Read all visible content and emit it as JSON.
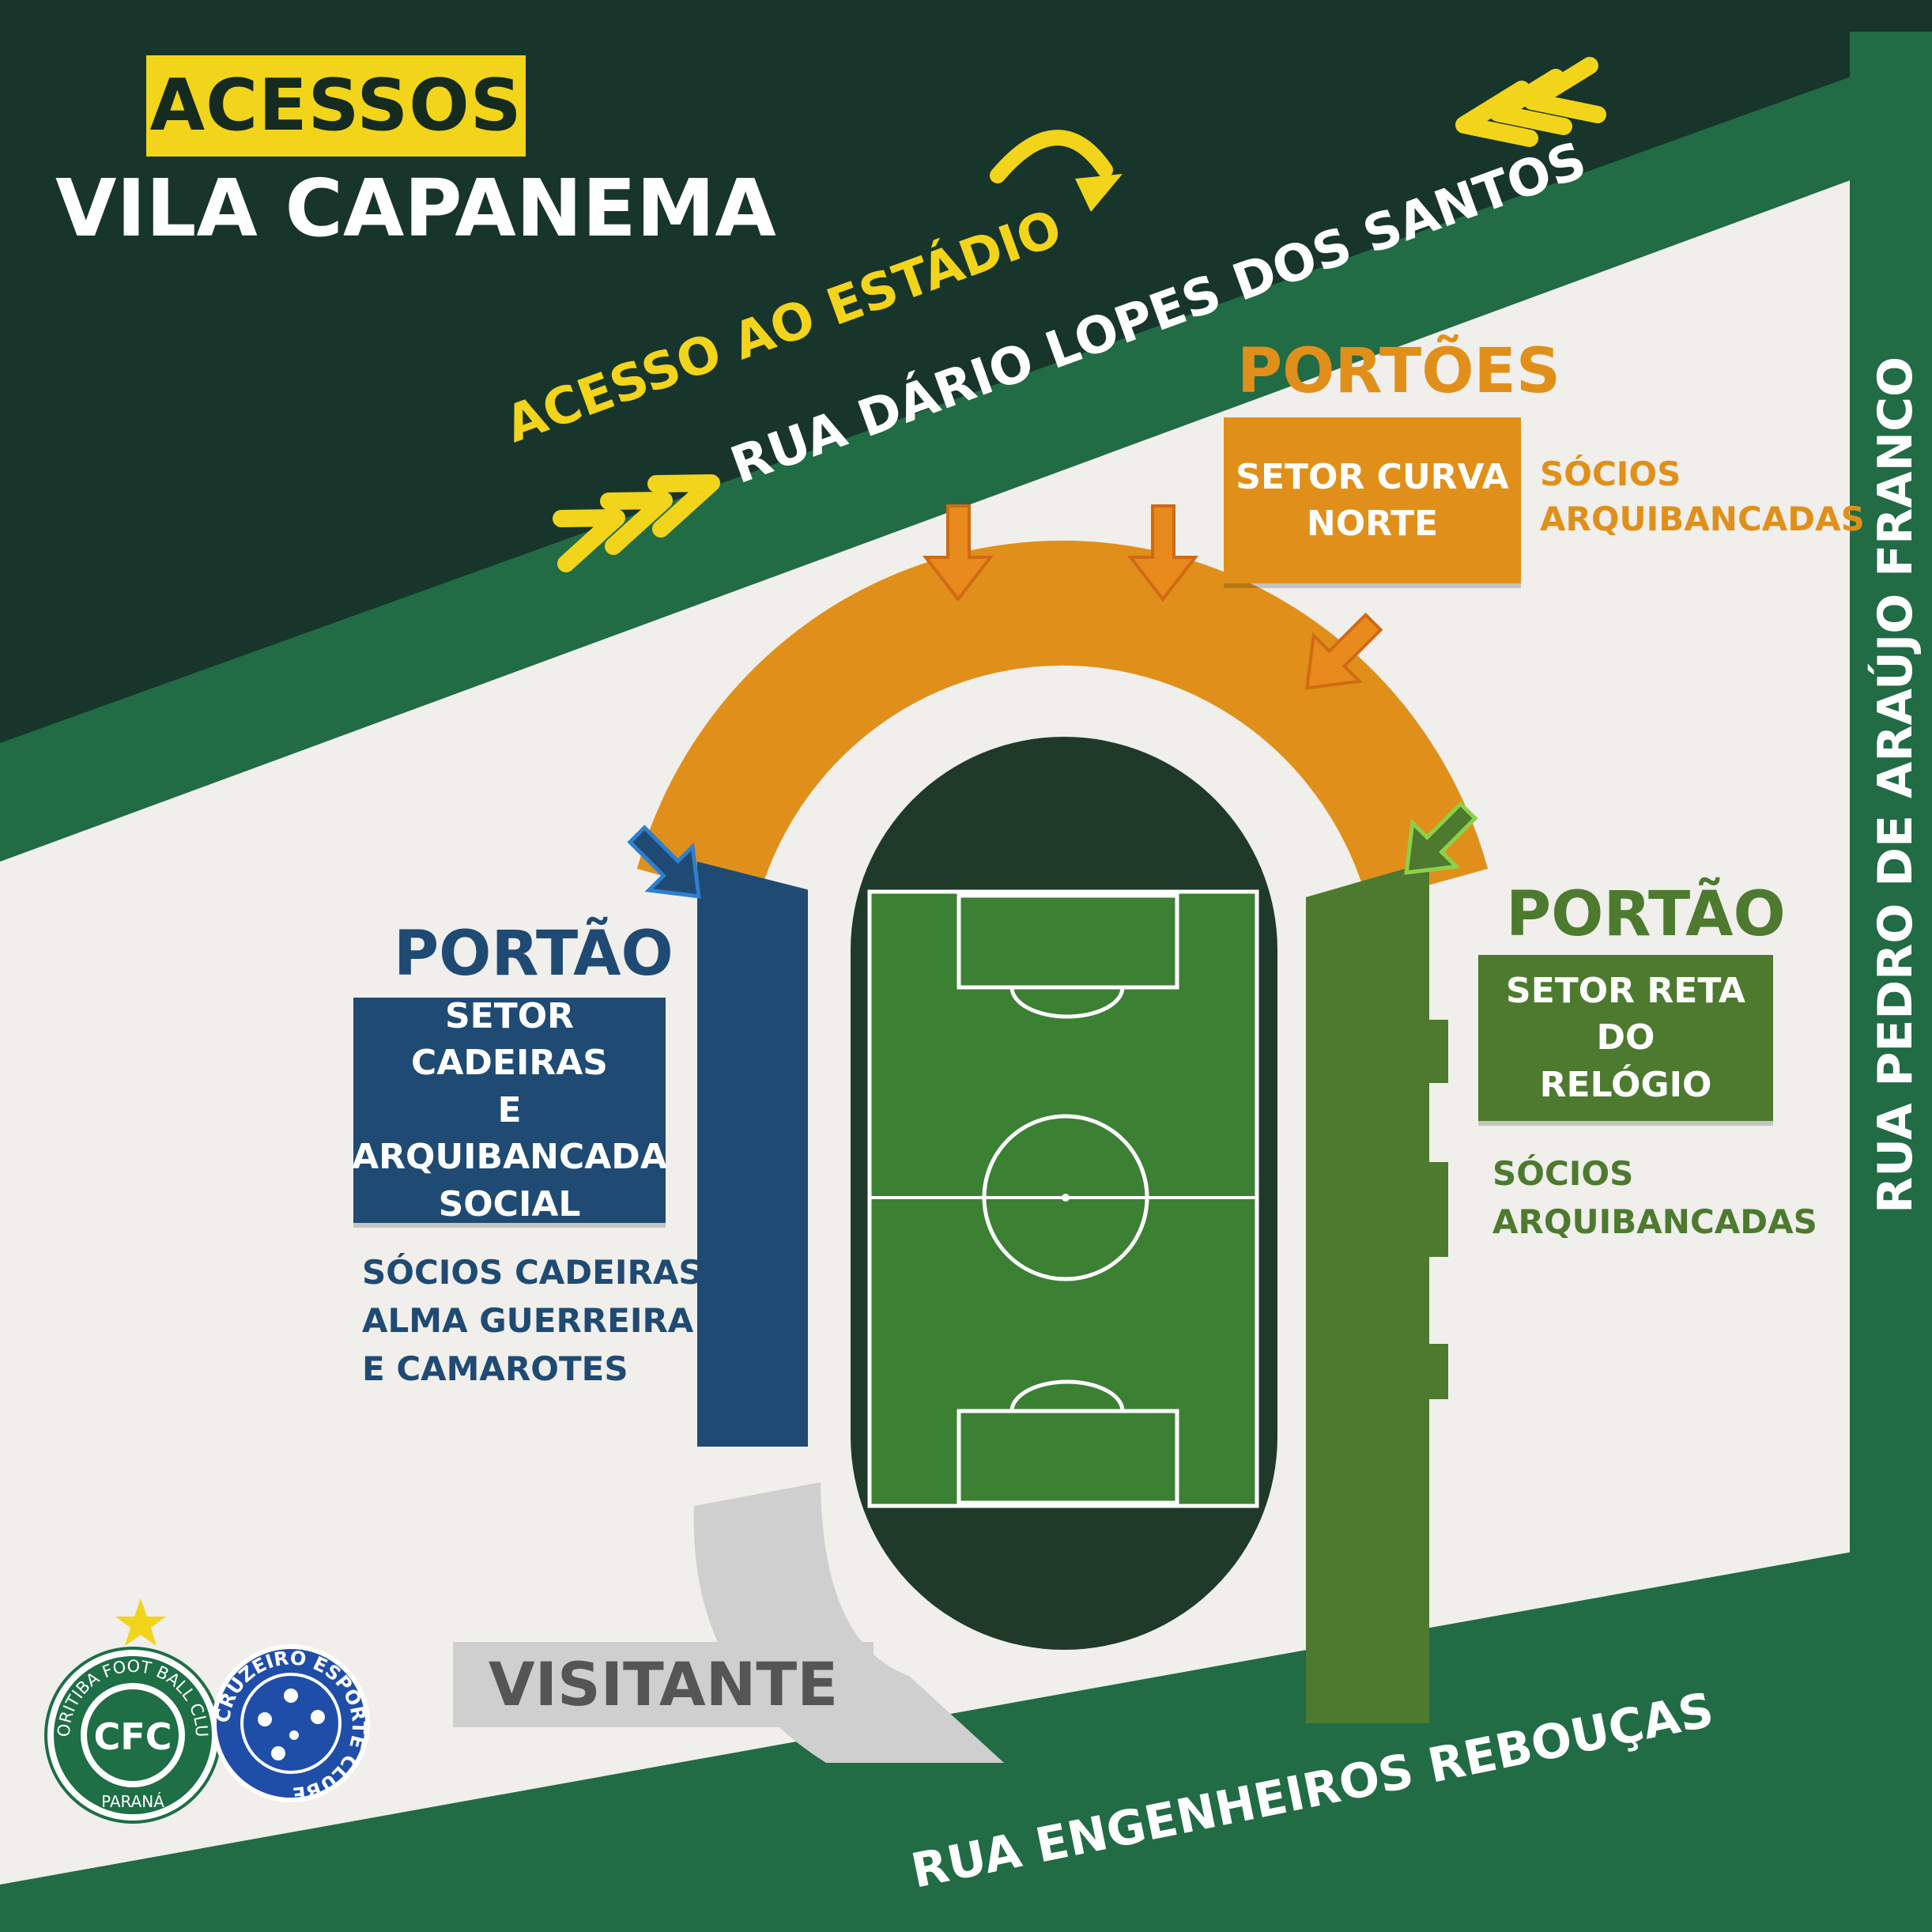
{
  "title": {
    "line1": "ACESSOS",
    "line2": "VILA CAPANEMA"
  },
  "streets": {
    "north": "RUA DÁRIO LOPES DOS SANTOS",
    "east": "RUA PEDRO DE ARAÚJO FRANCO",
    "south": "RUA ENGENHEIROS REBOUÇAS"
  },
  "access_label": "ACESSO AO ESTÁDIO",
  "sectors": {
    "north_curve": {
      "heading": "PORTÕES",
      "box": "SETOR CURVA\nNORTE",
      "note": "SÓCIOS\nARQUIBANCADAS",
      "color": "#e0901a"
    },
    "west": {
      "heading": "PORTÃO",
      "box": "SETOR CADEIRAS\nE ARQUIBANCADA\nSOCIAL",
      "note": "SÓCIOS CADEIRAS,\nALMA GUERREIRA\nE CAMAROTES",
      "color": "#1f4a73"
    },
    "east": {
      "heading": "PORTÃO",
      "box": "SETOR RETA DO\nRELÓGIO",
      "note": "SÓCIOS\nARQUIBANCADAS",
      "color": "#4d7a2e"
    },
    "visitors": {
      "box": "VISITANTE",
      "color": "#cfcfcf"
    }
  },
  "logos": {
    "coritiba": {
      "ring_text": "CORITIBA FOOT BALL CLUB",
      "monogram": "CFC",
      "state": "PARANÁ"
    },
    "cruzeiro": {
      "ring_text": "CRUZEIRO ESPORTE CLUBE"
    }
  },
  "colors": {
    "dark_green": "#17352a",
    "band_green": "#216b45",
    "yellow": "#f2d41b",
    "orange": "#e0901a",
    "blue": "#1f4a73",
    "olive": "#4d7a2e",
    "visitor_gray": "#cfcfcf",
    "pitch_green": "#3c8034",
    "pitch_dark": "#1f3a28"
  },
  "icons": [
    "curved-arrow-icon",
    "chevron-left-icon",
    "chevron-right-icon",
    "down-arrow-icon",
    "star-icon"
  ]
}
